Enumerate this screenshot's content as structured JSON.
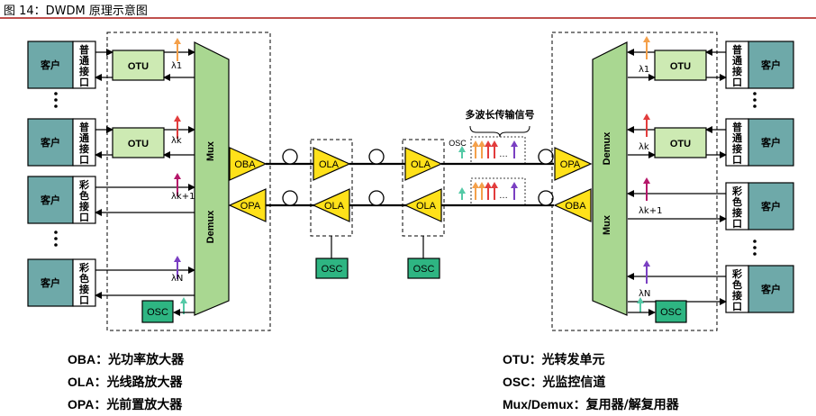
{
  "figure_title": "图 14：DWDM 原理示意图",
  "labels": {
    "client": "客户",
    "normal_interface": "普通接口",
    "color_interface": "彩色接口",
    "otu": "OTU",
    "osc": "OSC",
    "oba": "OBA",
    "opa": "OPA",
    "ola": "OLA",
    "mux": "Mux",
    "demux": "Demux",
    "multi_wave": "多波长传输信号",
    "dots": "…",
    "lambda_1": "λ1",
    "lambda_k": "λk",
    "lambda_k1": "λk+1",
    "lambda_n": "λN"
  },
  "colors": {
    "client_fill": "#6ea9a9",
    "otu_fill": "#cdeab3",
    "mux_fill": "#a9d791",
    "amp_fill": "#ffe11a",
    "osc_fill": "#2eb582",
    "arrow_orange": "#f4a04a",
    "arrow_red": "#e23c3c",
    "arrow_magenta": "#b5176a",
    "arrow_purple": "#7a3fc2",
    "arrow_teal": "#54c9a6"
  },
  "legend": [
    {
      "key": "OBA",
      "value": "光功率放大器"
    },
    {
      "key": "OLA",
      "value": "光线路放大器"
    },
    {
      "key": "OPA",
      "value": "光前置放大器"
    },
    {
      "key": "OTU",
      "value": "光转发单元"
    },
    {
      "key": "OSC",
      "value": "光监控信道"
    },
    {
      "key": "Mux/Demux",
      "value": "复用器/解复用器"
    }
  ]
}
